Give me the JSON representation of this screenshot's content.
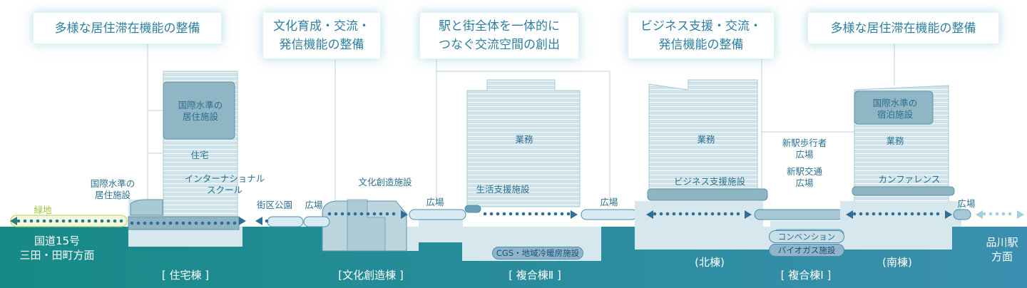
{
  "callouts": {
    "c1": "多様な居住滞在機能の整備",
    "c2": "文化育成・交流・\n発信機能の整備",
    "c3": "駅と街全体を一体的に\nつなぐ交流空間の創出",
    "c4": "ビジネス支援・交流・\n発信機能の整備",
    "c5": "多様な居住滞在機能の整備"
  },
  "labels": {
    "residence_intl": "国際水準の\n居住施設",
    "housing": "住宅",
    "school": "インターナショナル\nスクール",
    "residence_low": "国際水準の\n居住施設",
    "green": "緑地",
    "park": "街区公園",
    "plaza1": "広場",
    "culture_facility": "文化創造施設",
    "plaza2": "広場",
    "office2": "業務",
    "life_support": "生活支援施設",
    "plaza3": "広場",
    "cgs": "CGS・地域冷暖房施設",
    "office_north": "業務",
    "biz_support": "ビジネス支援施設",
    "ped_plaza": "新駅歩行者\n広場",
    "traffic_plaza": "新駅交通\n広場",
    "convention": "コンベンション",
    "biogas": "バイオガス施設",
    "hotel": "国際水準の\n宿泊施設",
    "office_south": "業務",
    "conference": "カンファレンス",
    "plaza4": "広場"
  },
  "bottom": {
    "route_left": "国道15号\n三田・田町方面",
    "residential": "[ 住宅棟 ]",
    "culture": "[文化創造棟 ]",
    "complex2": "[ 複合棟Ⅱ ]",
    "north": "(北棟)",
    "complex1": "[ 複合棟Ⅰ ]",
    "south": "(南棟)",
    "route_right": "品川駅\n方面"
  },
  "colors": {
    "teal": "#1f8c8f",
    "building": "#cfe3ea",
    "building_dark": "#7aa8b8",
    "accent": "#2c6f8e",
    "green": "#9cc13c"
  }
}
